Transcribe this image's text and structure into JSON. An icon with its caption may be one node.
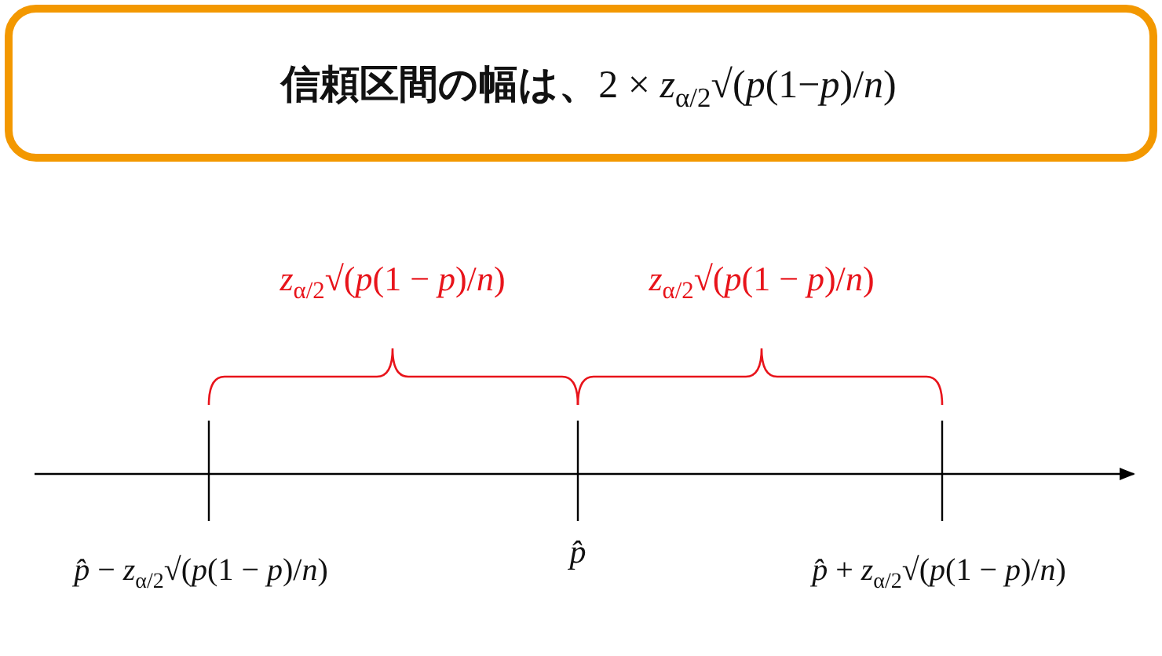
{
  "diagram": {
    "nodes": [
      {
        "text": [
          "**信頼区間の幅は、**2 × *z*$_{α/2}$√(*p*(1−*p*)/*n*)"
        ]
      }
    ],
    "labels": [
      "*z*$_{α/2}$√(*p*(1 − *p*)/*n*)",
      "*z*$_{α/2}$√(*p*(1 − *p*)/*n*)",
      "*p̂* − *z*$_{α/2}$√(*p*(1 − *p*)/*n*)",
      "p̂",
      "*p̂* + *z*$_{α/2}$√(*p*(1 − *p*)/*n*)"
    ]
  }
}
